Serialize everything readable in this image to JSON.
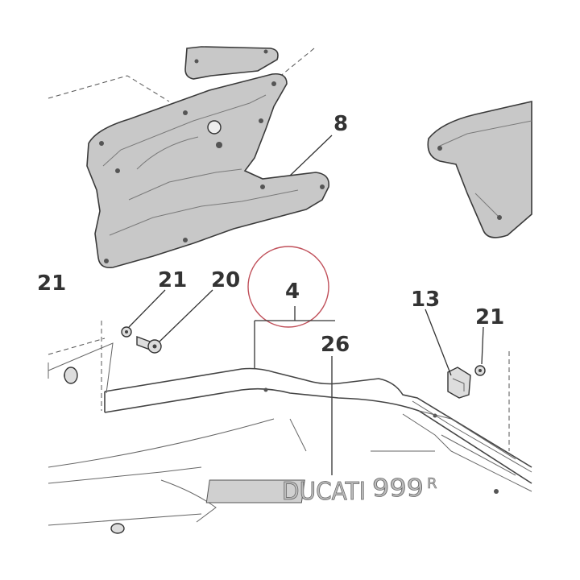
{
  "callouts": {
    "part_8": "8",
    "part_21_left_edge": "21",
    "part_21_a": "21",
    "part_20": "20",
    "part_4": "4",
    "part_26": "26",
    "part_13": "13",
    "part_21_b": "21"
  },
  "decal": {
    "brand": "DUCATI",
    "model": "999",
    "suffix": "R"
  },
  "colors": {
    "highlight_circle": "#c0505a",
    "fairing_fill": "#c8c8c8",
    "line": "#333333"
  }
}
